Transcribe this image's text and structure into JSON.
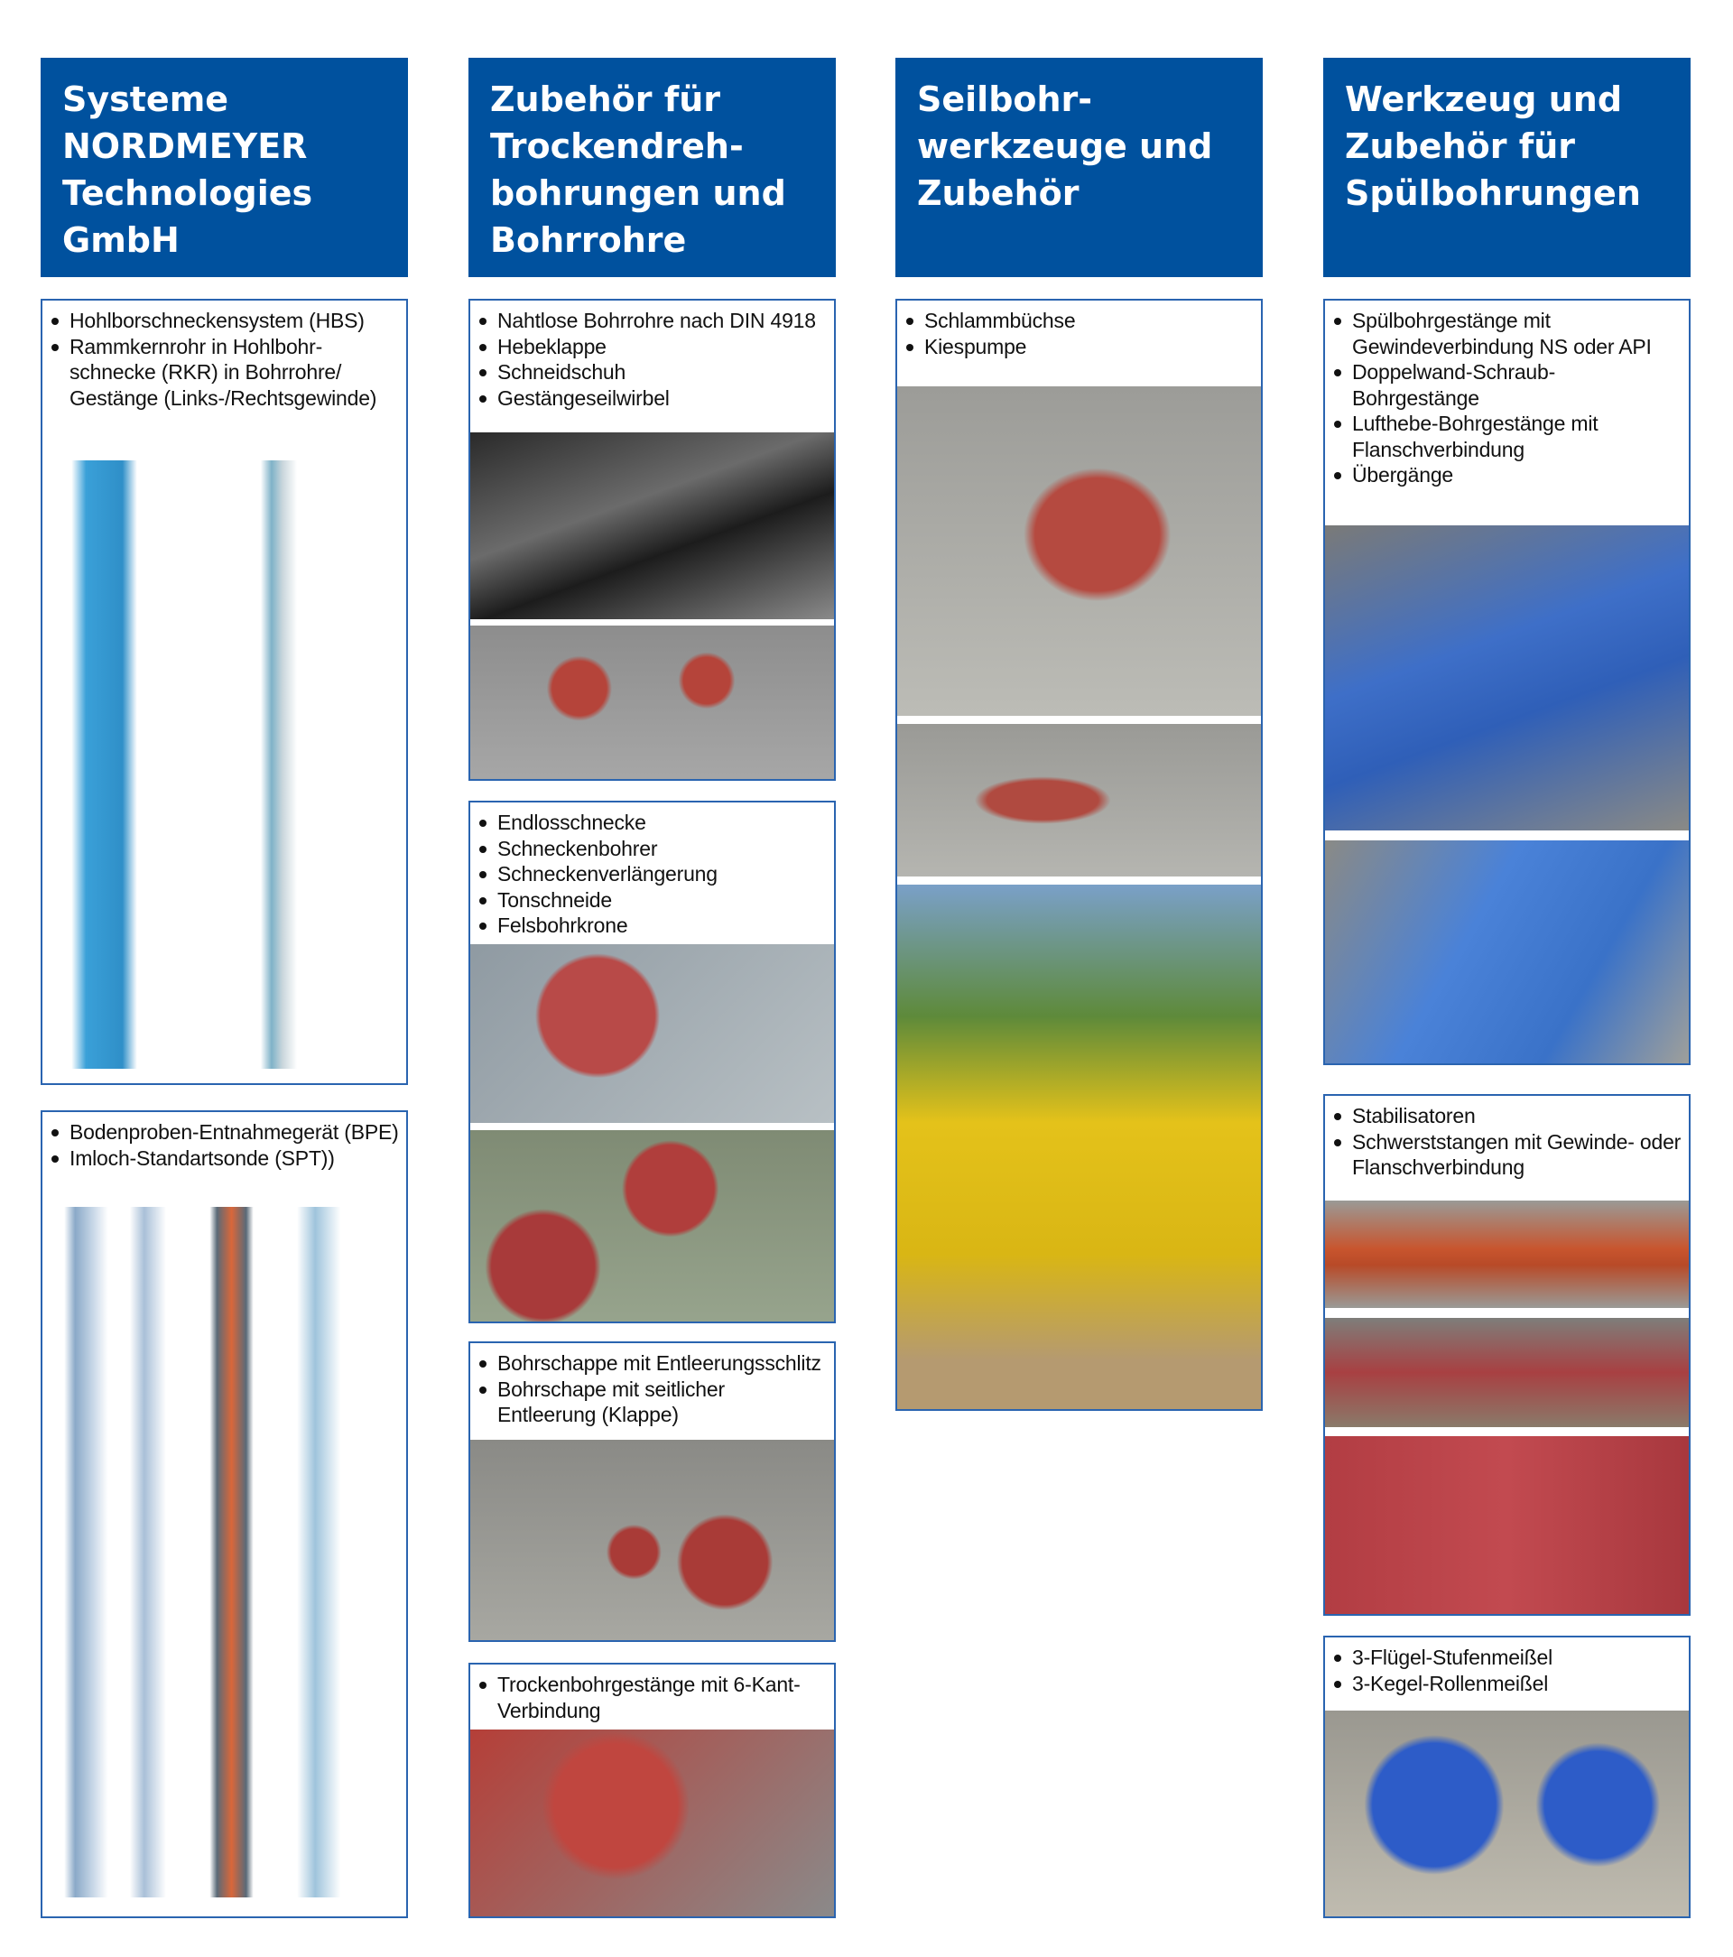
{
  "columns": [
    {
      "title": "Systeme NORDMEYER Technologies GmbH",
      "boxes": [
        {
          "items": [
            "Hohlborschneckensystem (HBS)",
            "Rammkernrohr in Hohlbohr-schnecke (RKR) in Bohrrohre/ Gestänge (Links-/Rechtsgewinde)"
          ]
        },
        {
          "items": [
            "Bodenproben-Entnahmegerät (BPE)",
            "Imloch-Standartsonde (SPT))"
          ]
        }
      ]
    },
    {
      "title": "Zubehör für Trockendreh-bohrungen und Bohrrohre",
      "boxes": [
        {
          "items": [
            "Nahtlose Bohrrohre nach DIN 4918",
            "Hebeklappe",
            "Schneidschuh",
            "Gestängeseilwirbel"
          ]
        },
        {
          "items": [
            "Endlosschnecke",
            "Schneckenbohrer",
            "Schneckenverlängerung",
            "Tonschneide",
            "Felsbohrkrone"
          ]
        },
        {
          "items": [
            "Bohrschappe mit Entleerungsschlitz",
            "Bohrschape mit seitlicher Entleerung (Klappe)"
          ]
        },
        {
          "items": [
            "Trockenbohrgestänge mit 6-Kant-Verbindung"
          ]
        }
      ]
    },
    {
      "title": "Seilbohr-werkzeuge und Zubehör",
      "boxes": [
        {
          "items": [
            "Schlammbüchse",
            "Kiespumpe"
          ]
        }
      ]
    },
    {
      "title": "Werkzeug und Zubehör für Spülbohrungen",
      "boxes": [
        {
          "items": [
            "Spülbohrgestänge mit Gewindeverbindung NS oder API",
            "Doppelwand-Schraub-Bohrgestänge",
            "Lufthebe-Bohrgestänge mit Flanschverbindung",
            "Übergänge"
          ]
        },
        {
          "items": [
            "Stabilisatoren",
            "Schwerststangen mit Gewinde- oder Flanschverbindung"
          ]
        },
        {
          "items": [
            "3-Flügel-Stufenmeißel",
            "3-Kegel-Rollenmeißel"
          ]
        }
      ]
    }
  ],
  "colors": {
    "header": "#00519e",
    "border": "#2a64b0"
  }
}
